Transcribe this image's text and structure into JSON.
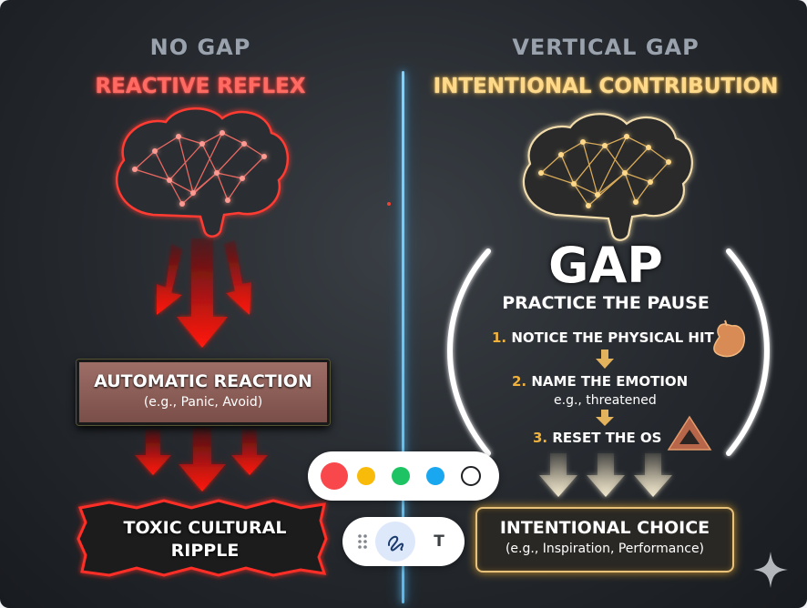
{
  "left": {
    "heading": "NO GAP",
    "subheading": "REACTIVE REFLEX",
    "reaction_title": "AUTOMATIC REACTION",
    "reaction_example": "(e.g., Panic, Avoid)",
    "outcome_line1": "TOXIC CULTURAL",
    "outcome_line2": "RIPPLE"
  },
  "right": {
    "heading": "VERTICAL GAP",
    "subheading": "INTENTIONAL CONTRIBUTION",
    "gap_title": "GAP",
    "gap_subtitle": "PRACTICE THE PAUSE",
    "steps": [
      {
        "num": "1.",
        "label": "NOTICE THE PHYSICAL HIT",
        "note": ""
      },
      {
        "num": "2.",
        "label": "NAME THE EMOTION",
        "note": "e.g., threatened"
      },
      {
        "num": "3.",
        "label": "RESET THE OS",
        "note": ""
      }
    ],
    "choice_title": "INTENTIONAL CHOICE",
    "choice_example": "(e.g., Inspiration, Performance)"
  },
  "colors": {
    "reactive_red": "#ff2a22",
    "intentional_gold": "#e8b45a",
    "divider_blue": "#5fc2f5"
  },
  "palette": {
    "swatches": [
      "#f8484c",
      "#f9bb09",
      "#1ec463",
      "#19a7f0",
      "#ffffff"
    ],
    "selected_index": 0
  },
  "toolbar": {
    "tools": [
      {
        "icon": "drag-handle-icon"
      },
      {
        "icon": "pen-scribble-icon",
        "active": true
      },
      {
        "icon": "text-tool-icon",
        "label": "T"
      }
    ]
  },
  "icons": {
    "brand": "sparkle-icon",
    "stomach": "stomach-icon",
    "reset": "triangle-icon"
  }
}
